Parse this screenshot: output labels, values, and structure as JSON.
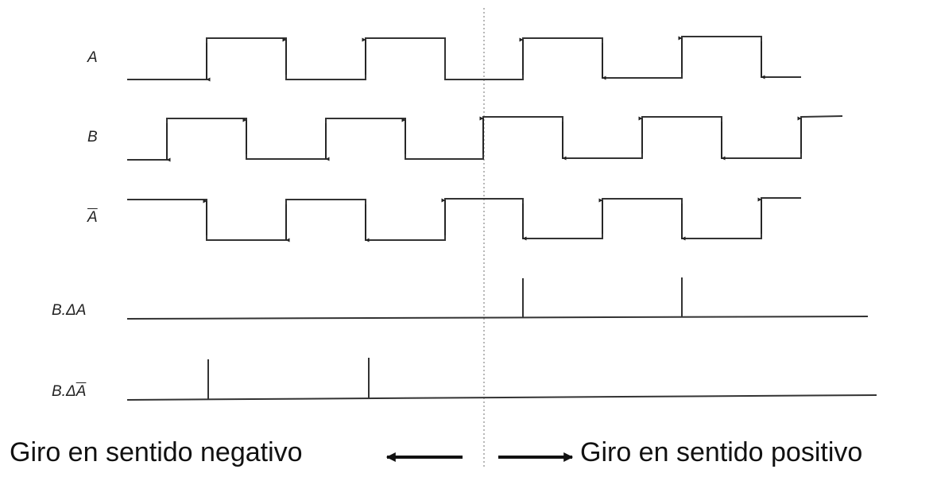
{
  "signals": [
    {
      "label": "A",
      "overbar": false
    },
    {
      "label": "B",
      "overbar": false
    },
    {
      "label": "A",
      "overbar": true
    },
    {
      "label_prefix": "B.Δ",
      "label_var": "A",
      "overbar": false
    },
    {
      "label_prefix": "B.Δ",
      "label_var": "A",
      "overbar": true
    }
  ],
  "captions": {
    "left": "Giro en sentido negativo",
    "right": "Giro en sentido positivo"
  },
  "colors": {
    "line": "#333333",
    "divider": "#888888"
  }
}
